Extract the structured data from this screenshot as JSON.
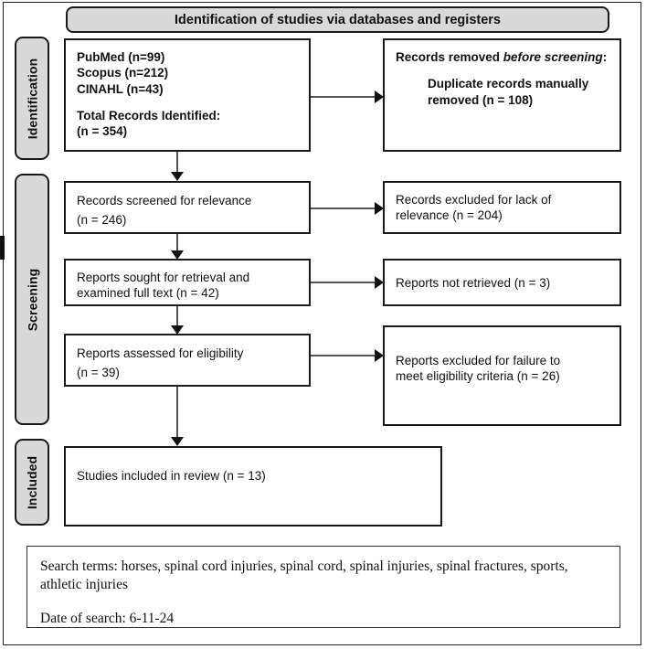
{
  "diagram": {
    "header": {
      "title": "Identification of studies via databases and registers"
    },
    "phases": [
      {
        "label": "Identification"
      },
      {
        "label": "Screening"
      },
      {
        "label": "Included"
      }
    ],
    "boxes": {
      "records_identified": {
        "line1": "PubMed (n=99)",
        "line2": "Scopus (n=212)",
        "line3": "CINAHL (n=43)",
        "line4": "Total Records Identified:",
        "line5": "(n = 354)"
      },
      "records_removed": {
        "head_prefix": "Records removed ",
        "head_italic": "before screening",
        "head_suffix": ":",
        "body": "Duplicate records manually\nremoved (n = 108)"
      },
      "records_screened": {
        "line1": "Records screened for relevance",
        "line2": "(n = 246)"
      },
      "records_excluded": {
        "text": "Records excluded for lack of\nrelevance (n = 204)"
      },
      "reports_sought": {
        "text": "Reports sought for retrieval and\nexamined full text (n = 42)"
      },
      "reports_not_retrieved": {
        "text": "Reports not retrieved (n = 3)"
      },
      "reports_assessed": {
        "line1": "Reports assessed for eligibility",
        "line2": "(n = 39)"
      },
      "reports_excluded": {
        "text": "Reports excluded for failure to\nmeet eligibility criteria (n = 26)"
      },
      "studies_included": {
        "text": "Studies included in review (n = 13)"
      }
    },
    "footer": {
      "search_terms": "Search terms: horses, spinal cord injuries, spinal cord, spinal injuries, spinal fractures, sports, athletic injuries",
      "date_of_search": "Date of search: 6-11-24"
    }
  }
}
